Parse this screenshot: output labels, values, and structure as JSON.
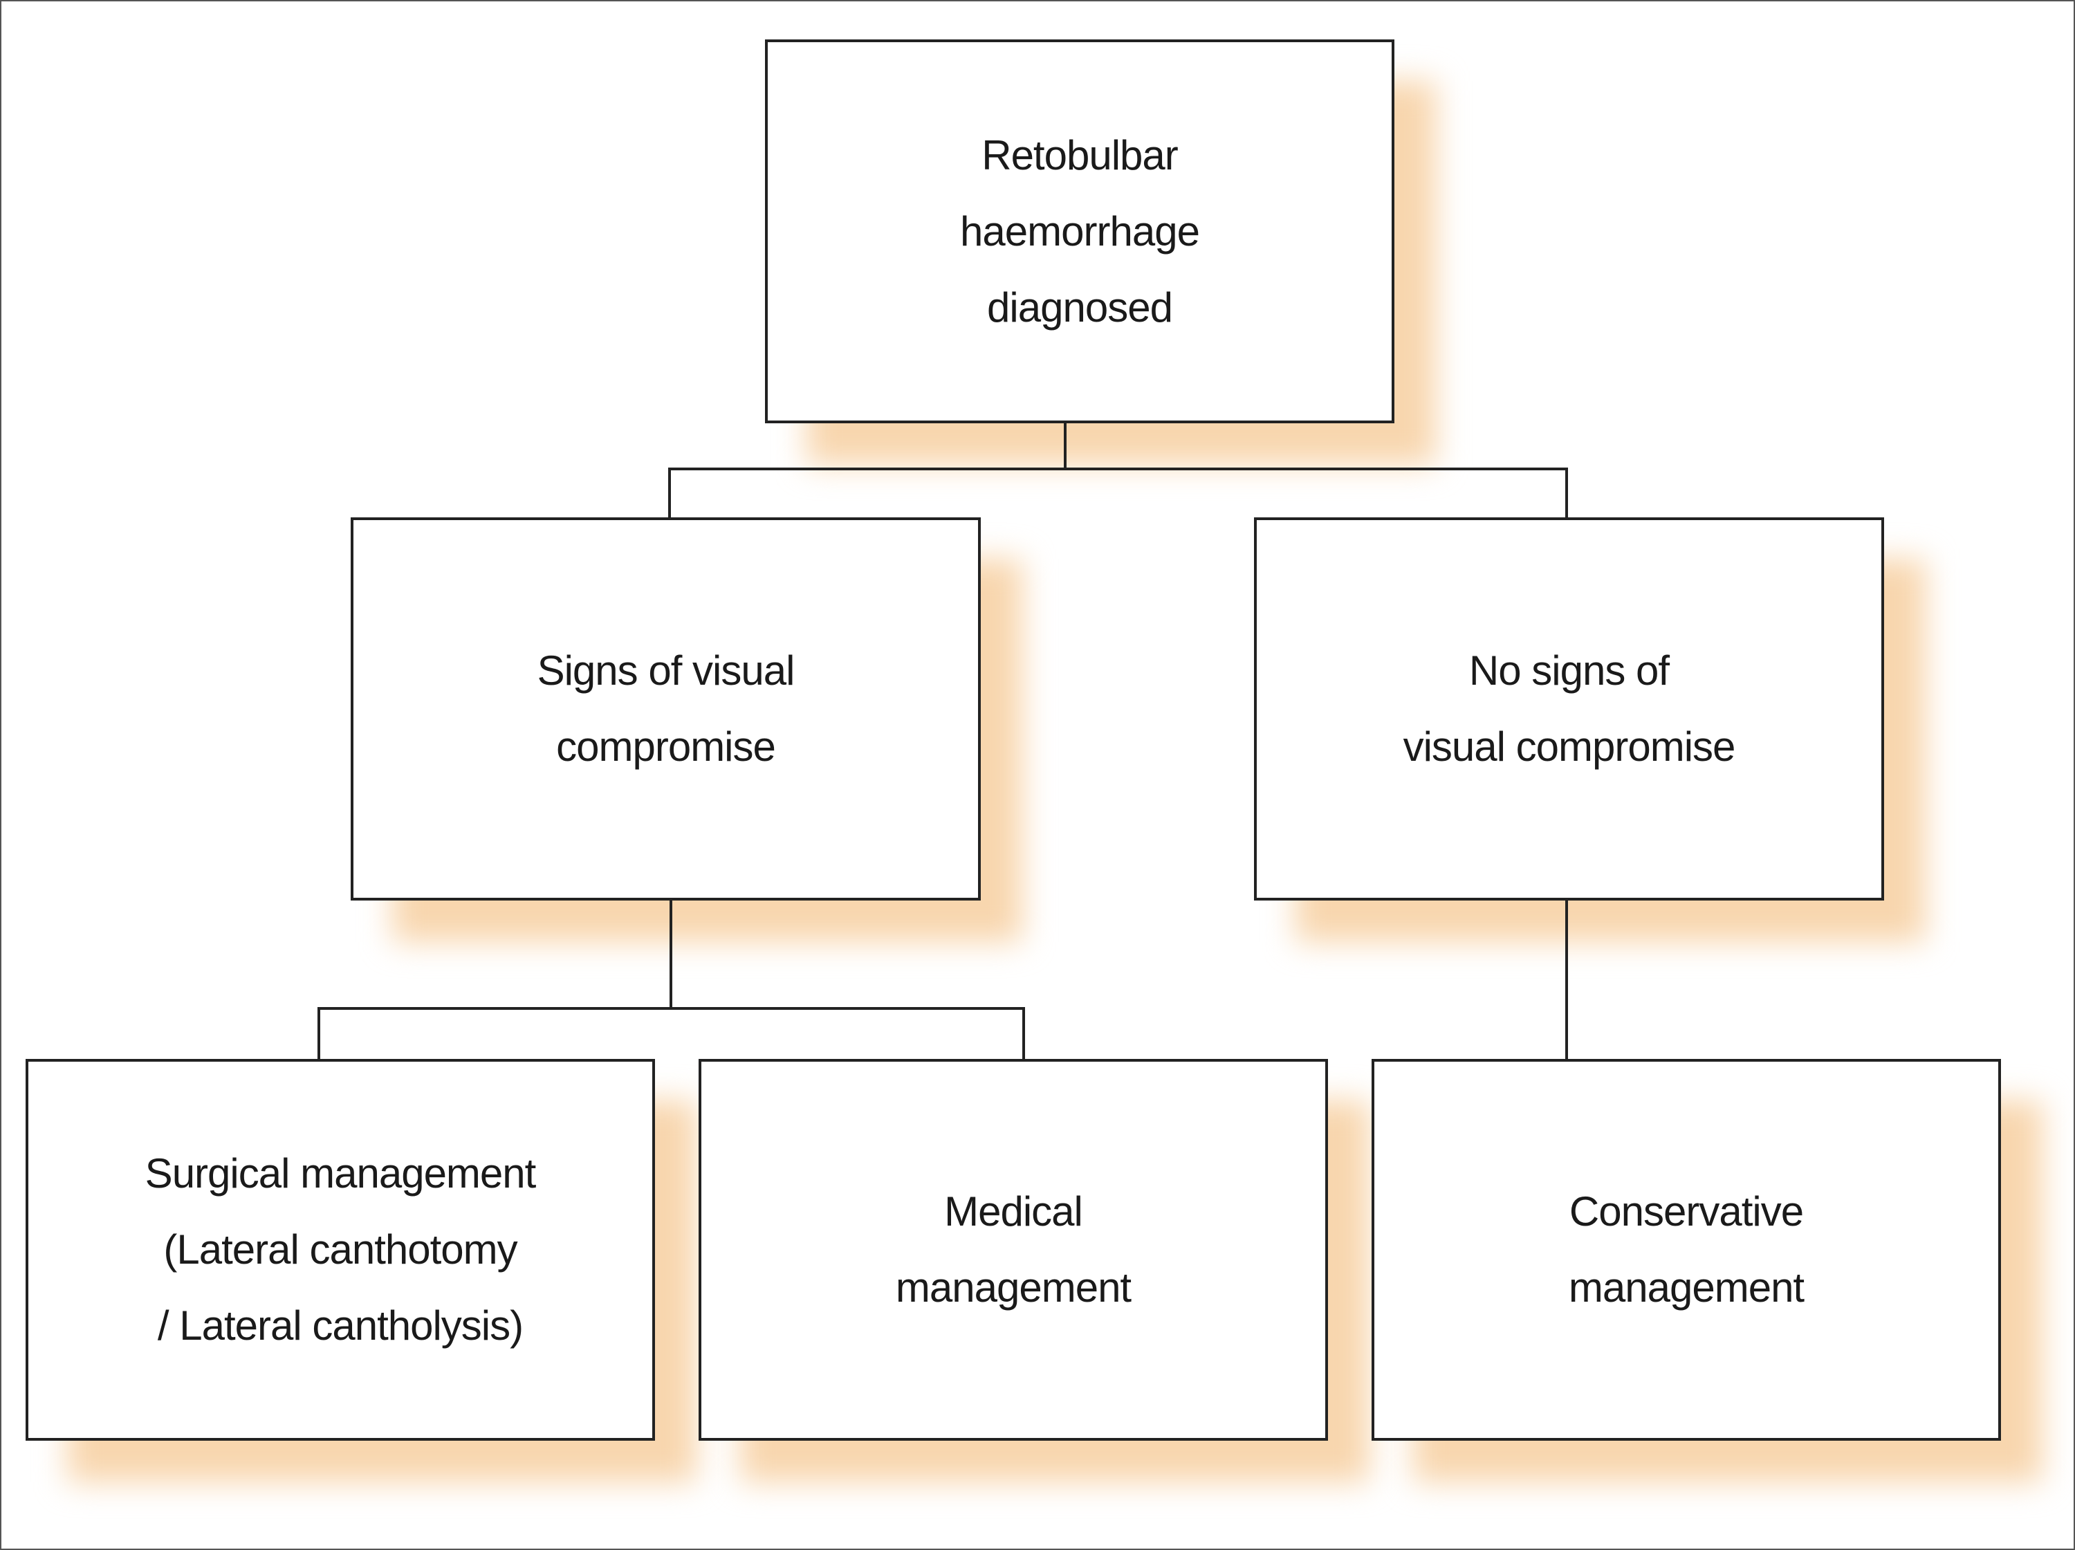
{
  "diagram": {
    "type": "flowchart",
    "root": {
      "id": "diagnosed",
      "lines": [
        "Retobulbar",
        "haemorrhage",
        "diagnosed"
      ]
    },
    "level2": [
      {
        "id": "visual-compromise",
        "lines": [
          "Signs of visual",
          "compromise"
        ]
      },
      {
        "id": "no-visual-compromise",
        "lines": [
          "No signs of",
          "visual compromise"
        ]
      }
    ],
    "level3": [
      {
        "id": "surgical",
        "parent": "visual-compromise",
        "lines": [
          "Surgical management",
          "(Lateral canthotomy",
          "/ Lateral cantholysis)"
        ]
      },
      {
        "id": "medical",
        "parent": "visual-compromise",
        "lines": [
          "Medical",
          "management"
        ]
      },
      {
        "id": "conservative",
        "parent": "no-visual-compromise",
        "lines": [
          "Conservative",
          "management"
        ]
      }
    ],
    "shadow_color": "#f8d6ae",
    "border_color": "#222222"
  }
}
